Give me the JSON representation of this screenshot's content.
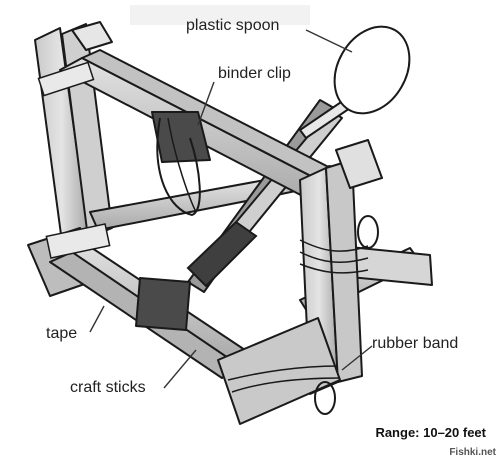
{
  "labels": {
    "spoon": "plastic spoon",
    "clip": "binder clip",
    "tape": "tape",
    "sticks": "craft sticks",
    "band": "rubber band"
  },
  "range": "Range: 10–20 feet",
  "watermark": "Fishki.net",
  "colors": {
    "stick_light": "#d9d9d9",
    "stick_mid": "#b8b8b8",
    "stick_dark": "#8e8e8e",
    "clip": "#4a4a4a",
    "outline": "#1a1a1a"
  }
}
